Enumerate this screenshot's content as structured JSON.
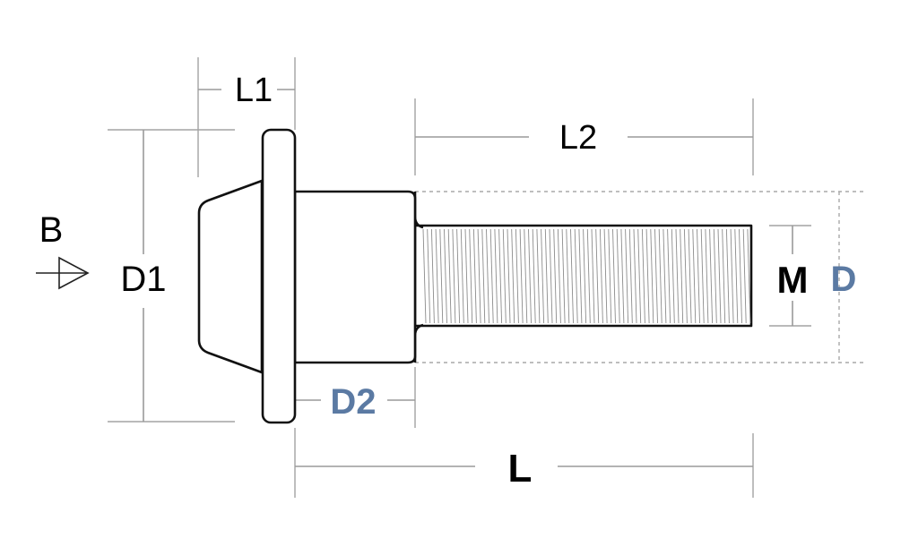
{
  "colors": {
    "outline": "#111111",
    "dimension_line": "#9a9a9a",
    "accent_label": "#5b7aa3",
    "label": "#000000"
  },
  "labels": {
    "L1": "L1",
    "L2": "L2",
    "B": "B",
    "D1": "D1",
    "M": "M",
    "D": "D",
    "D2": "D2",
    "L": "L"
  },
  "icons": {
    "direction_arrow": "arrow-right-icon"
  }
}
